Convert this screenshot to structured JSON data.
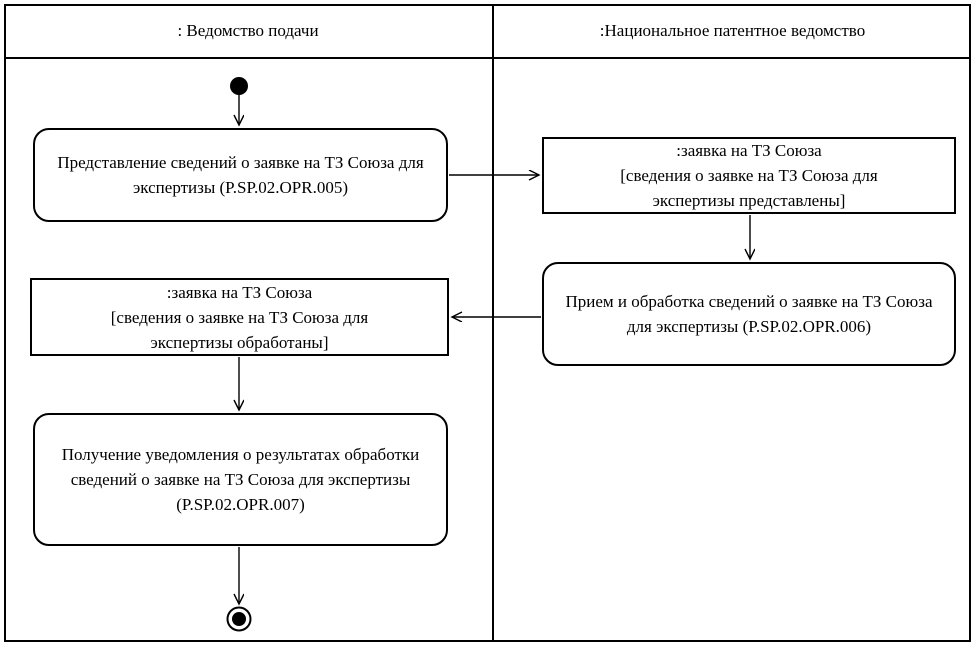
{
  "diagram": {
    "type": "uml-activity-swimlane",
    "colors": {
      "line": "#000000",
      "background": "#ffffff",
      "text": "#000000"
    },
    "lanes": [
      {
        "title": ": Ведомство подачи"
      },
      {
        "title": ":Национальное патентное ведомство"
      }
    ],
    "nodes": {
      "submit_activity": {
        "label": "Представление сведений о заявке на ТЗ Союза для экспертизы (P.SP.02.OPR.005)"
      },
      "application_submitted_object": {
        "name": ":заявка на ТЗ Союза",
        "state": "[сведения о заявке на ТЗ Союза для экспертизы представлены]"
      },
      "receive_process_activity": {
        "label": "Прием и обработка сведений о заявке на ТЗ Союза для экспертизы (P.SP.02.OPR.006)"
      },
      "application_processed_object": {
        "name": ":заявка на ТЗ Союза",
        "state": "[сведения о заявке на ТЗ Союза для экспертизы обработаны]"
      },
      "receive_notification_activity": {
        "label": "Получение уведомления о результатах обработки сведений о заявке на ТЗ Союза для экспертизы (P.SP.02.OPR.007)"
      }
    }
  }
}
